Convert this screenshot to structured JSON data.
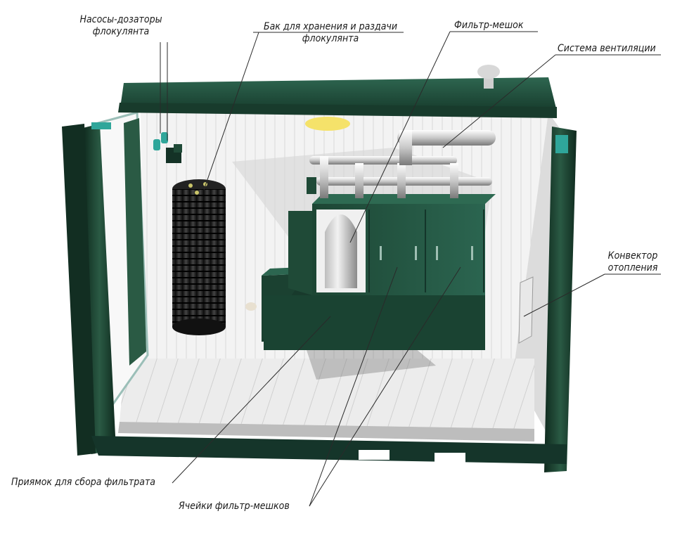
{
  "labels": {
    "pumps": [
      "Насосы-дозаторы",
      "флокулянта"
    ],
    "tank": [
      "Бак для хранения и раздачи",
      "флокулянта"
    ],
    "filter_bag": "Фильтр-мешок",
    "ventilation": "Система вентиляции",
    "convector": [
      "Конвектор",
      "отопления"
    ],
    "sump": "Приямок для сбора фильтрата",
    "cells": "Ячейки фильтр-мешков"
  },
  "colors": {
    "frame": "#1b3a2c",
    "frame_light": "#2e5a45",
    "cabinet": "#1f4a37",
    "cabinet_light": "#2c6650",
    "wall": "#f1f1f1",
    "floor": "#e6e6e6",
    "leader": "#2a2a2a"
  }
}
